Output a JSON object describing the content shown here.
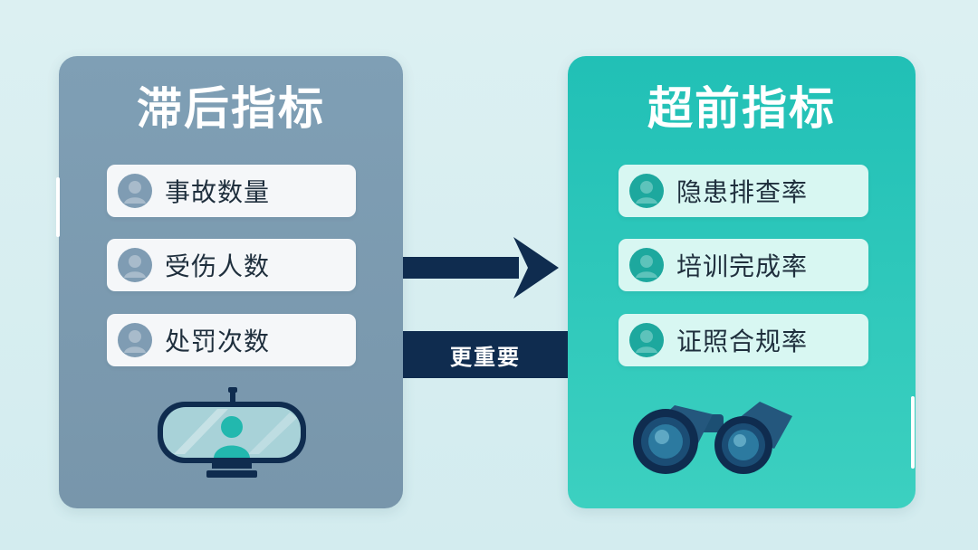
{
  "lagging": {
    "title": "滞后指标",
    "items": [
      {
        "label": "事故数量",
        "icon": "person-icon"
      },
      {
        "label": "受伤人数",
        "icon": "person-icon"
      },
      {
        "label": "处罚次数",
        "icon": "person-icon"
      }
    ],
    "illustration": "rearview-mirror-icon"
  },
  "leading": {
    "title": "超前指标",
    "items": [
      {
        "label": "隐患排查率",
        "icon": "person-icon"
      },
      {
        "label": "培训完成率",
        "icon": "person-icon"
      },
      {
        "label": "证照合规率",
        "icon": "person-icon"
      }
    ],
    "illustration": "binoculars-icon"
  },
  "connector": {
    "banner_label": "更重要",
    "arrow": "right-arrow-icon"
  },
  "colors": {
    "background": "#d8eef1",
    "lagging_panel": "#7e9db3",
    "leading_panel": "#2cc6b9",
    "lagging_item": "#f5f7f9",
    "leading_item": "#d8f7f2",
    "lagging_icon": "#7f9cb3",
    "leading_icon": "#1da89e",
    "dark_navy": "#0f2c4f"
  }
}
